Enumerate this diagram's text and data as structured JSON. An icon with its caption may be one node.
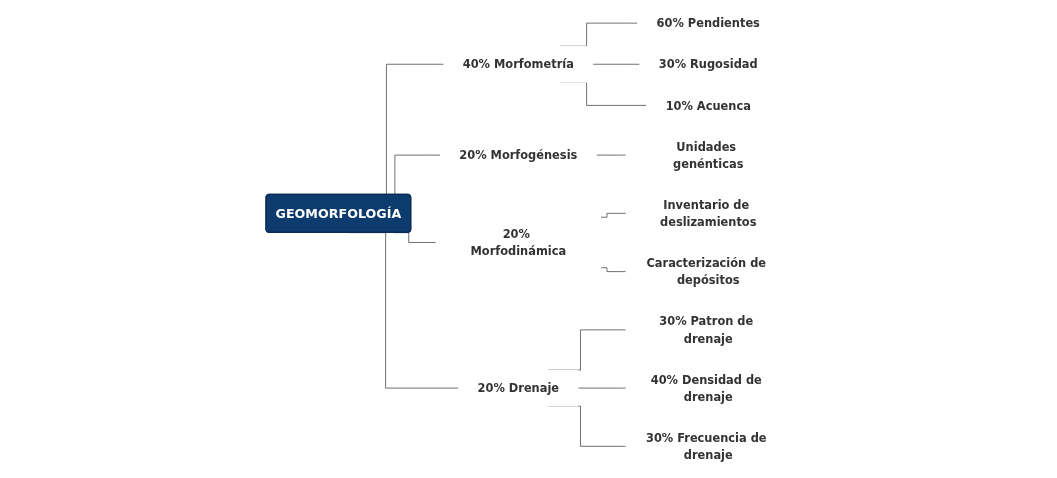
{
  "diagram": {
    "nodes": [
      {
        "text": [
          "GEOMORFOLOGÍA"
        ]
      },
      {
        "text": [
          "40% Morfometría"
        ]
      },
      {
        "text": [
          "60% Pendientes"
        ]
      },
      {
        "text": [
          "30% Rugosidad"
        ]
      },
      {
        "text": [
          "10% Acuenca"
        ]
      },
      {
        "text": [
          "20% Morfogénesis"
        ]
      },
      {
        "text": [
          "Unidades genénticas"
        ]
      },
      {
        "text": [
          "20% Morfodinámica"
        ]
      },
      {
        "text": [
          "Inventario de deslizamientos"
        ]
      },
      {
        "text": [
          "Caracterización de depósitos"
        ]
      },
      {
        "text": [
          "20% Drenaje"
        ]
      },
      {
        "text": [
          "30% Patron de drenaje"
        ]
      },
      {
        "text": [
          "40% Densidad de drenaje"
        ]
      },
      {
        "text": [
          "30% Frecuencia de drenaje"
        ]
      }
    ],
    "edges": [
      {
        "from": 0,
        "to": 1,
        "arrow": "none"
      },
      {
        "from": 1,
        "to": 2,
        "arrow": "none"
      },
      {
        "from": 1,
        "to": 3,
        "arrow": "none"
      },
      {
        "from": 1,
        "to": 4,
        "arrow": "none"
      },
      {
        "from": 0,
        "to": 5,
        "arrow": "none"
      },
      {
        "from": 5,
        "to": 6,
        "arrow": "none"
      },
      {
        "from": 0,
        "to": 7,
        "arrow": "none"
      },
      {
        "from": 7,
        "to": 8,
        "arrow": "none"
      },
      {
        "from": 7,
        "to": 9,
        "arrow": "none"
      },
      {
        "from": 0,
        "to": 10,
        "arrow": "none"
      },
      {
        "from": 10,
        "to": 11,
        "arrow": "none"
      },
      {
        "from": 10,
        "to": 12,
        "arrow": "none"
      },
      {
        "from": 10,
        "to": 13,
        "arrow": "none"
      }
    ]
  }
}
